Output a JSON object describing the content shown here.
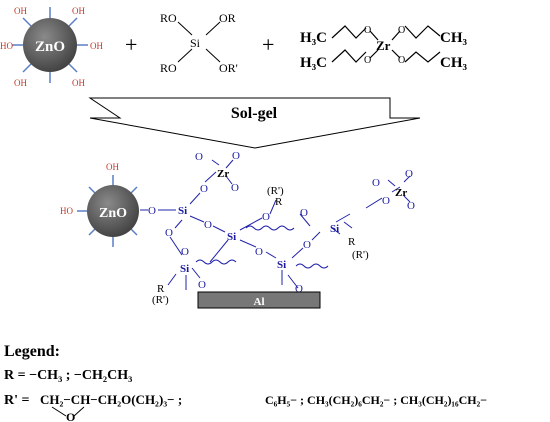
{
  "colors": {
    "zno_fill": "#5a5a5a",
    "spike": "#5b7ec7",
    "oh_text": "#c0392b",
    "bond_blue": "#2222aa",
    "atom_blue": "#1a1aa0",
    "arrow_fill": "#ffffff",
    "al_fill": "#777777",
    "black": "#000000"
  },
  "reactants": {
    "zno_label": "ZnO",
    "oh": "OH",
    "ho": "HO",
    "plus": "+",
    "silane": {
      "si": "Si",
      "or_upper_left": "RO",
      "or_upper_right": "OR",
      "or_lower_left": "RO",
      "or_lower_right": "OR'"
    },
    "zirconium": {
      "zr": "Zr",
      "h3c_1": "H₃C",
      "h3c_2": "H₃C",
      "ch3_1": "CH₃",
      "ch3_2": "CH₃",
      "o": "O"
    }
  },
  "process": {
    "arrow_label": "Sol-gel"
  },
  "product": {
    "zno_label": "ZnO",
    "oh": "OH",
    "ho": "HO",
    "zr": "Zr",
    "si": "Si",
    "o": "O",
    "r": "R",
    "r_prime": "(R')",
    "al": "Al"
  },
  "legend": {
    "title": "Legend:",
    "r_line": "R = −CH₃ ; −CH₂CH₃",
    "rprime_prefix": "R' =",
    "rprime_epoxy": "CH₂−CH−CH₂O(CH₂)₃− ;",
    "rprime_epoxy_o": "O",
    "rprime_rest": "C₆H₅− ; CH₃(CH₂)₆CH₂− ; CH₃(CH₂)₁₆CH₂−"
  }
}
